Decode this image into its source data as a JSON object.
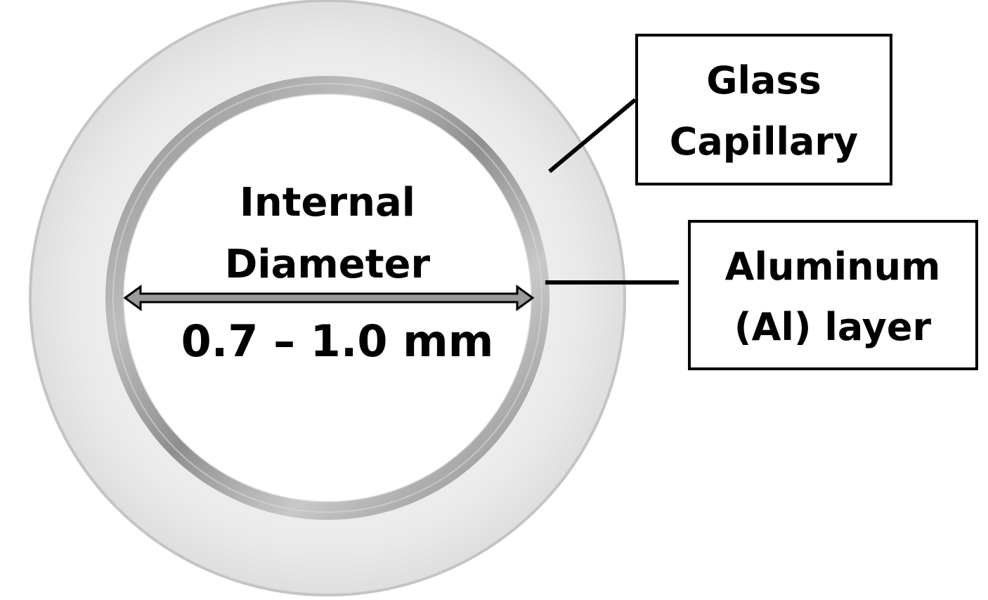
{
  "diagram": {
    "labels": {
      "glass_line1": "Glass",
      "glass_line2": "Capillary",
      "al_line1": "Aluminum",
      "al_line2": "(Al) layer",
      "internal_line1": "Internal",
      "internal_line2": "Diameter",
      "dimension": "0.7 – 1.0 mm"
    },
    "colors": {
      "background": "#ffffff",
      "glass": "#ececec",
      "glass_edge": "#c4c4c4",
      "aluminum": "#9a9a9a",
      "aluminum_highlight": "#d2d2d2",
      "bore": "#ffffff",
      "lines": "#000000",
      "arrow_fill": "#9a9a9a"
    }
  }
}
